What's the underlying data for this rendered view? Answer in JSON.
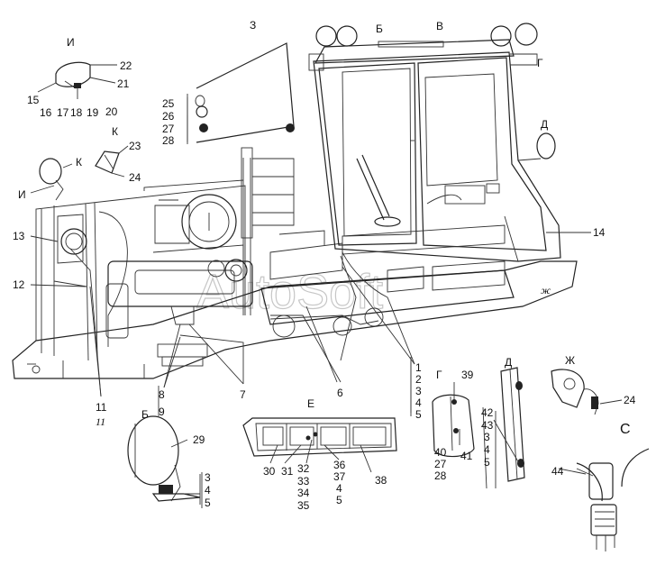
{
  "watermark": "AutoSoft",
  "section_letters": {
    "z": "З",
    "i": "И",
    "k": "К",
    "b_top": "Б",
    "v": "В",
    "g_top": "Г",
    "d_top": "Д",
    "zh_low": "ж",
    "g_detail": "Г",
    "d_detail": "Д",
    "zh_detail": "Ж",
    "e_detail": "Е",
    "b_detail": "Б",
    "k_small": "К",
    "i_small": "И",
    "s_detail": "С"
  },
  "callouts": {
    "n1": "1",
    "n2": "2",
    "n3": "3",
    "n4": "4",
    "n5": "5",
    "n6": "6",
    "n7": "7",
    "n8": "8",
    "n9": "9",
    "n11": "11",
    "n11i": "11",
    "n12": "12",
    "n13": "13",
    "n14": "14",
    "n15": "15",
    "n16": "16",
    "n17": "17",
    "n18": "18",
    "n19": "19",
    "n20": "20",
    "n21": "21",
    "n22": "22",
    "n23": "23",
    "n24a": "24",
    "n24b": "24",
    "n25": "25",
    "n26": "26",
    "n27a": "27",
    "n28a": "28",
    "n29": "29",
    "n30": "30",
    "n31": "31",
    "n32": "32",
    "n33": "33",
    "n34": "34",
    "n35": "35",
    "n36": "36",
    "n37": "37",
    "n4e": "4",
    "n5e": "5",
    "n38": "38",
    "n39": "39",
    "n40": "40",
    "n27b": "27",
    "n28b": "28",
    "n41": "41",
    "n42": "42",
    "n43": "43",
    "n3d": "3",
    "n4d": "4",
    "n5d": "5",
    "n3b": "3",
    "n4b": "4",
    "n5b": "5",
    "n44": "44"
  }
}
